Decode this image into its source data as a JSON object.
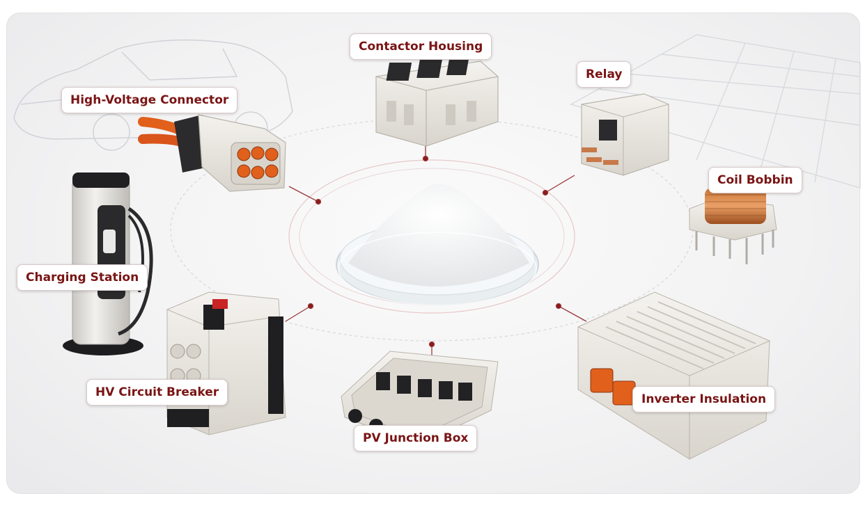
{
  "labels": {
    "contactor_housing": "Contactor Housing",
    "relay": "Relay",
    "high_voltage_connector": "High-Voltage Connector",
    "coil_bobbin": "Coil Bobbin",
    "charging_station": "Charging Station",
    "hv_circuit_breaker": "HV Circuit Breaker",
    "pv_junction_box": "PV Junction Box",
    "inverter_insulation": "Inverter Insulation"
  },
  "colors": {
    "label_text": "#7a1414",
    "connector_dot": "#8b1a1a",
    "accent_orange": "#e0601c",
    "plastic": "#ebe8e2"
  }
}
